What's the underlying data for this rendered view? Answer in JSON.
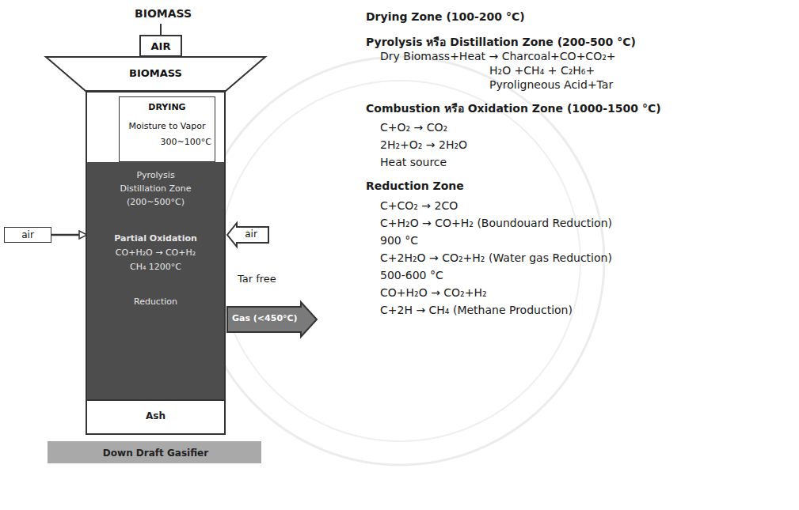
{
  "diagram": {
    "nodes": [
      {
        "text": [
          "AIR"
        ]
      },
      {
        "text": [
          "BIOMASS"
        ]
      },
      {
        "text": [
          "Down Draft Gasifier"
        ]
      },
      {
        "text": [
          "DRYING",
          "Moisture to Vapor",
          "300~100°C"
        ],
        "in": 2
      },
      {
        "text": [
          "Pyrolysis",
          "Distillation Zone",
          "(200~500°C)",
          "Partial Oxidation",
          "CO+H₂O → CO+H₂",
          "CH₄ 1200°C",
          "Reduction"
        ],
        "in": 2
      },
      {
        "text": [
          "Ash"
        ],
        "in": 2
      },
      {
        "text": [
          "air"
        ]
      },
      {
        "text": [
          "air"
        ]
      },
      {
        "text": [
          "Gas (<450°C)"
        ]
      }
    ],
    "edges": [
      {
        "from": 6,
        "to": 4,
        "arrow": "to"
      }
    ],
    "labels": [
      "BIOMASS",
      "Tar free",
      "Drying Zone (100-200 °C)",
      "Pyrolysis หรือ Distillation Zone (200-500 °C)",
      "Dry Biomass+Heat → Charcoal+CO+CO₂+ H₂O +CH₄ + C₂H₆+ Pyroligneous Acid+Tar",
      "Combustion หรือ Oxidation Zone (1000-1500 °C)",
      "C+O₂ → CO₂",
      "2H₂+O₂ → 2H₂O",
      "Heat source",
      "Reduction Zone",
      "C+CO₂ → 2CO",
      "C+H₂O → CO+H₂ (Boundouard Reduction)",
      "900 °C",
      "C+2H₂O → CO₂+H₂ (Water gas Reduction)",
      "500-600 °C",
      "CO+H₂O → CO₂+H₂",
      "C+2H → CH₄ (Methane Production)"
    ]
  }
}
